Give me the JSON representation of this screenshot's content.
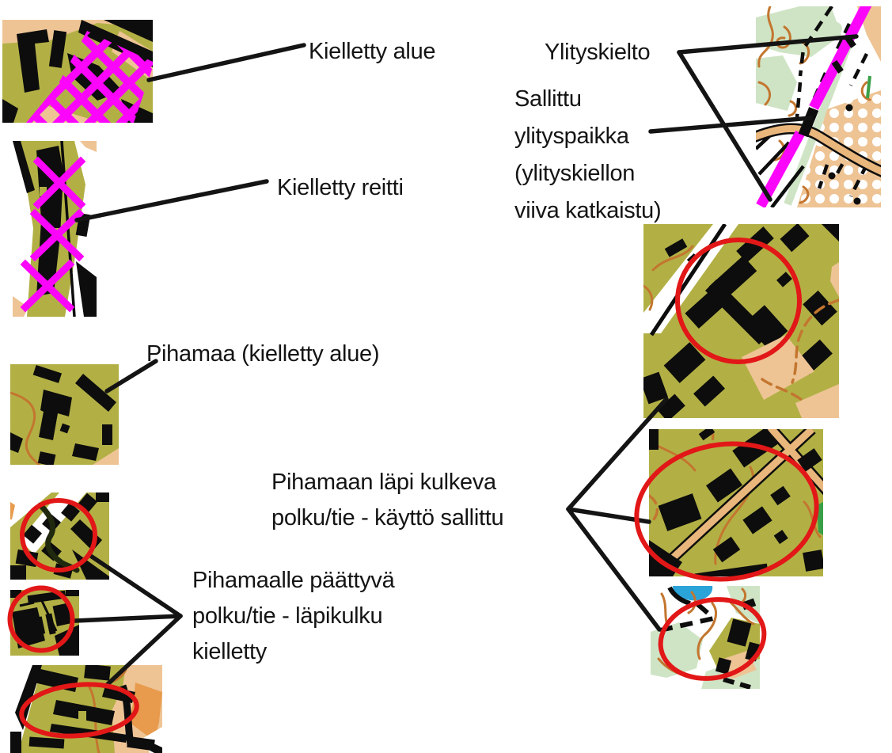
{
  "colors": {
    "map_olive": "#b2b045",
    "map_black": "#0d0d0d",
    "map_tan": "#eec495",
    "map_dark_orange": "#e89b4d",
    "map_road_tan": "#e9b67c",
    "map_pale_green": "#cfe4c5",
    "map_contour_orange": "#c3762f",
    "map_blue": "#2aa3d9",
    "map_green": "#3aa048",
    "forbidden_magenta": "#fb05fb",
    "highlight_red": "#e21717",
    "annotation_black": "#141414",
    "text_black": "#141414"
  },
  "labels": {
    "kielletty_alue": "Kielletty alue",
    "kielletty_reitti": "Kielletty reitti",
    "ylityskielto": "Ylityskielto",
    "sallittu_ylityspaikka": {
      "lines": [
        "Sallittu",
        "ylityspaikka",
        "(ylityskiellon",
        "viiva katkaistu)"
      ]
    },
    "pihamaa": "Pihamaa (kielletty alue)",
    "pihamaan_lapi": {
      "lines": [
        "Pihamaan läpi kulkeva",
        "polku/tie - käyttö sallittu"
      ]
    },
    "pihamaalle_paattyva": {
      "lines": [
        "Pihamaalle päättyvä",
        "polku/tie - läpikulku",
        "kielletty"
      ]
    }
  }
}
